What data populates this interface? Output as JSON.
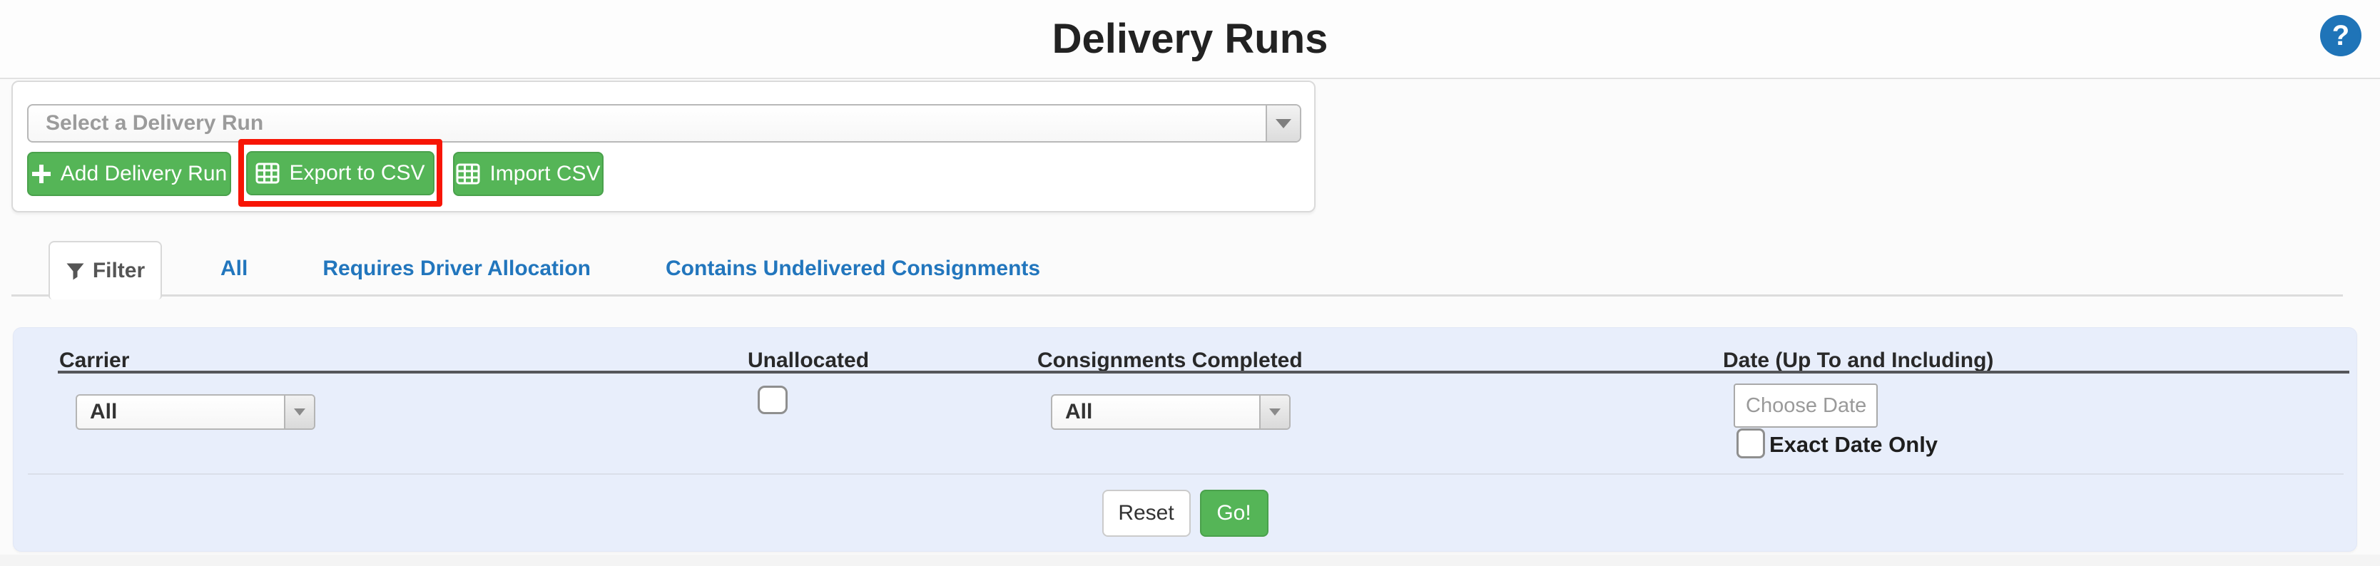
{
  "page": {
    "title": "Delivery Runs"
  },
  "header": {
    "help_glyph": "?"
  },
  "toolbar": {
    "select_placeholder": "Select a Delivery Run",
    "buttons": {
      "add": "Add Delivery Run",
      "export": "Export to CSV",
      "import": "Import CSV"
    }
  },
  "tabs": {
    "filter": "Filter",
    "items": [
      "All",
      "Requires Driver Allocation",
      "Contains Undelivered Consignments"
    ]
  },
  "filter_panel": {
    "columns": {
      "carrier": {
        "label": "Carrier",
        "value": "All"
      },
      "unallocated": {
        "label": "Unallocated",
        "checked": false
      },
      "consignments_completed": {
        "label": "Consignments Completed",
        "value": "All"
      },
      "date": {
        "label": "Date (Up To and Including)",
        "placeholder": "Choose Date",
        "exact_label": "Exact Date Only",
        "exact_checked": false
      }
    },
    "actions": {
      "reset": "Reset",
      "go": "Go!"
    }
  },
  "colors": {
    "button_green": "#55b557",
    "link_blue": "#2276bd",
    "highlight_red": "#f71505",
    "panel_blue": "#e8eefb",
    "header_rule_dark": "#55565a",
    "help_icon_blue": "#1f74b8"
  }
}
